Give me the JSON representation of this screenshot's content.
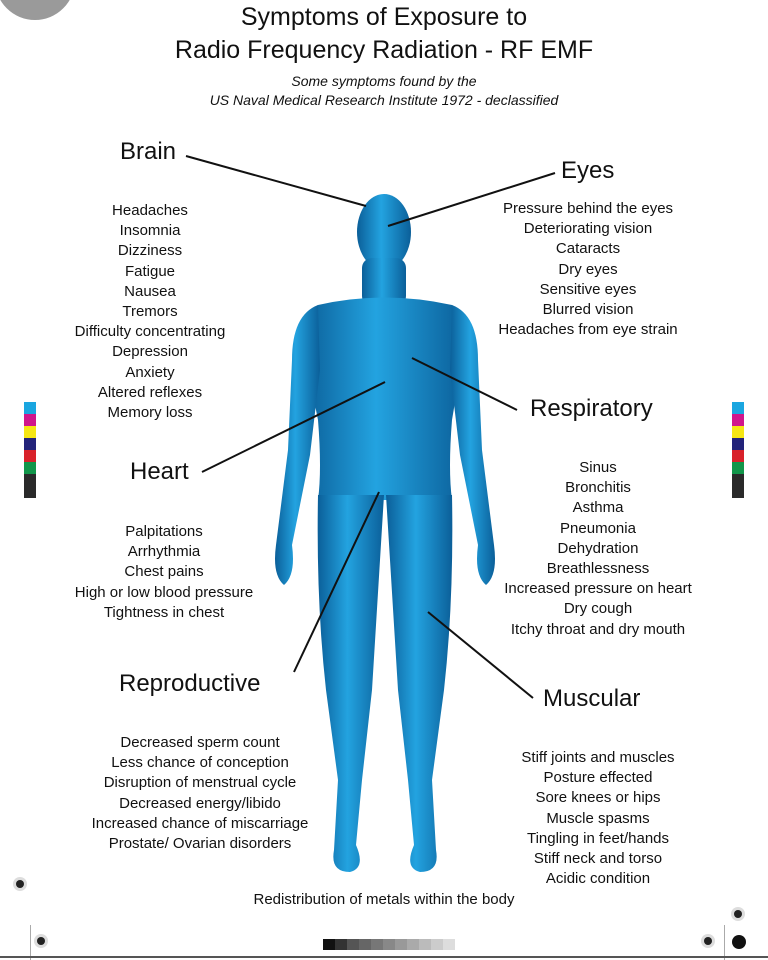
{
  "title_line1": "Symptoms of Exposure to",
  "title_line2": "Radio Frequency Radiation - RF EMF",
  "subtitle_line1": "Some symptoms found by the",
  "subtitle_line2": "US Naval Medical Research Institute 1972 - declassified",
  "sections": {
    "brain": {
      "label": "Brain",
      "items": [
        "Headaches",
        "Insomnia",
        "Dizziness",
        "Fatigue",
        "Nausea",
        "Tremors",
        "Difficulty concentrating",
        "Depression",
        "Anxiety",
        "Altered reflexes",
        "Memory loss"
      ]
    },
    "eyes": {
      "label": "Eyes",
      "items": [
        "Pressure behind the eyes",
        "Deteriorating vision",
        "Cataracts",
        "Dry eyes",
        "Sensitive eyes",
        "Blurred vision",
        "Headaches from eye strain"
      ]
    },
    "respiratory": {
      "label": "Respiratory",
      "items": [
        "Sinus",
        "Bronchitis",
        "Asthma",
        "Pneumonia",
        "Dehydration",
        "Breathlessness",
        "Increased pressure on heart",
        "Dry cough",
        "Itchy throat and dry mouth"
      ]
    },
    "heart": {
      "label": "Heart",
      "items": [
        "Palpitations",
        "Arrhythmia",
        "Chest pains",
        "High or low blood pressure",
        "Tightness in chest"
      ]
    },
    "reproductive": {
      "label": "Reproductive",
      "items": [
        "Decreased sperm count",
        "Less chance of conception",
        "Disruption of menstrual cycle",
        "Decreased energy/libido",
        "Increased chance of miscarriage",
        "Prostate/ Ovarian disorders"
      ]
    },
    "muscular": {
      "label": "Muscular",
      "items": [
        "Stiff joints and muscles",
        "Posture effected",
        "Sore knees or hips",
        "Muscle spasms",
        "Tingling in feet/hands",
        "Stiff neck and torso",
        "Acidic condition"
      ]
    }
  },
  "footer_note": "Redistribution of metals within the body",
  "colors": {
    "body": "#1a8fd0",
    "body_dark": "#0b5f99",
    "color_bar": [
      "#1aa6e0",
      "#d0168c",
      "#f5e614",
      "#23237a",
      "#d8212a",
      "#12964a",
      "#2a2a2a",
      "#2a2a2a"
    ]
  }
}
